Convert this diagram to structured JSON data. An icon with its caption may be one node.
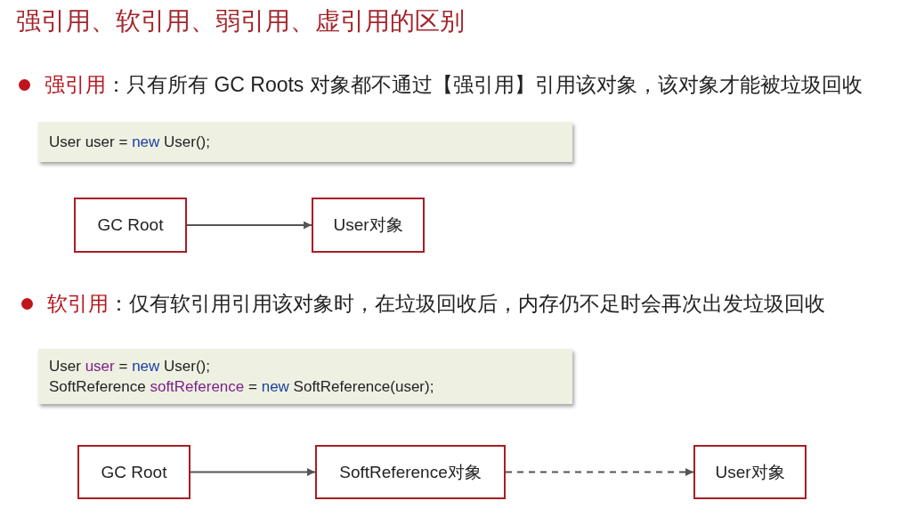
{
  "diagram": {
    "title": "强引用、软引用、弱引用、虚引用的区别",
    "nodes": [
      {
        "text": [
          "User user = new User();"
        ]
      },
      {
        "text": [
          "GC Root"
        ]
      },
      {
        "text": [
          "User对象"
        ]
      },
      {
        "text": [
          "User user = new User();",
          "SoftReference softReference = new SoftReference(user);"
        ]
      },
      {
        "text": [
          "GC Root"
        ]
      },
      {
        "text": [
          "SoftReference对象"
        ]
      },
      {
        "text": [
          "User对象"
        ]
      }
    ],
    "edges": [
      {
        "from": 1,
        "to": 2,
        "arrow": "to"
      },
      {
        "from": 4,
        "to": 5,
        "arrow": "to"
      },
      {
        "from": 5,
        "to": 6,
        "arrow": "to",
        "style": "dashed"
      }
    ],
    "labels": [
      "强引用",
      "：只有所有 GC Roots 对象都不通过【强引用】引用该对象，该对象才能被垃圾回收",
      "软引用",
      "：仅有软引用引用该对象时，在垃圾回收后，内存仍不足时会再次出发垃圾回收"
    ]
  }
}
